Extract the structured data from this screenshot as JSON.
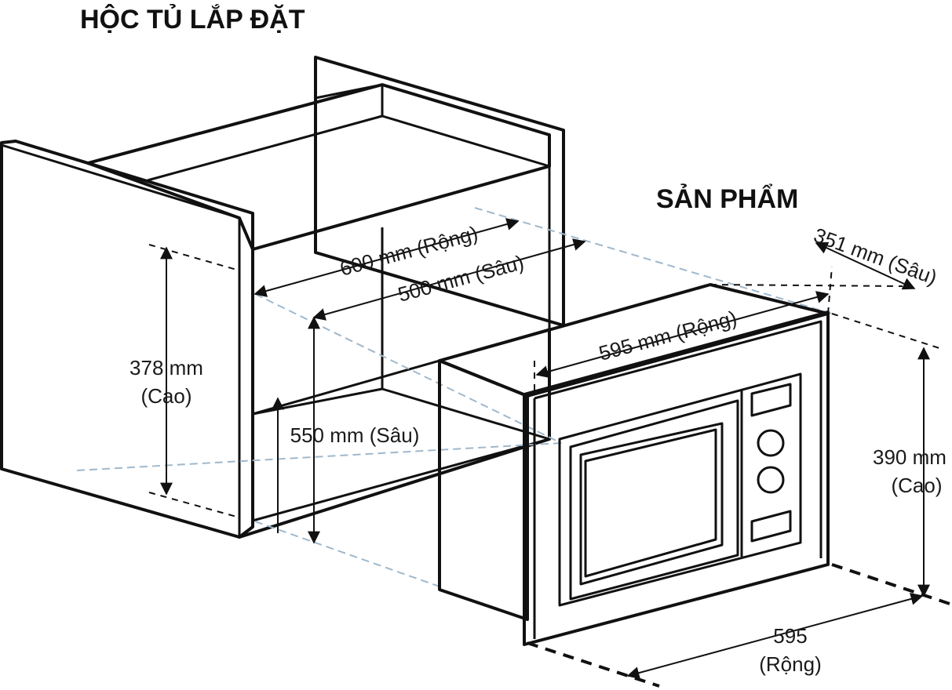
{
  "headings": {
    "cabinet": "HỘC TỦ LẮP ĐẶT",
    "product": "SẢN PHẨM"
  },
  "cabinet": {
    "width": "600 mm (Rộng)",
    "depth_top": "500 mm (Sâu)",
    "height_value": "378 mm",
    "height_unit": "(Cao)",
    "depth_bottom": "550 mm (Sâu)"
  },
  "product": {
    "depth": "351 mm (Sâu)",
    "width_top": "595 mm (Rộng)",
    "height_value": "390 mm",
    "height_unit": "(Cao)",
    "width_bottom_value": "595",
    "width_bottom_unit": "(Rộng)"
  },
  "colors": {
    "line": "#111111",
    "guide": "#9fb8cc",
    "background": "#ffffff"
  }
}
